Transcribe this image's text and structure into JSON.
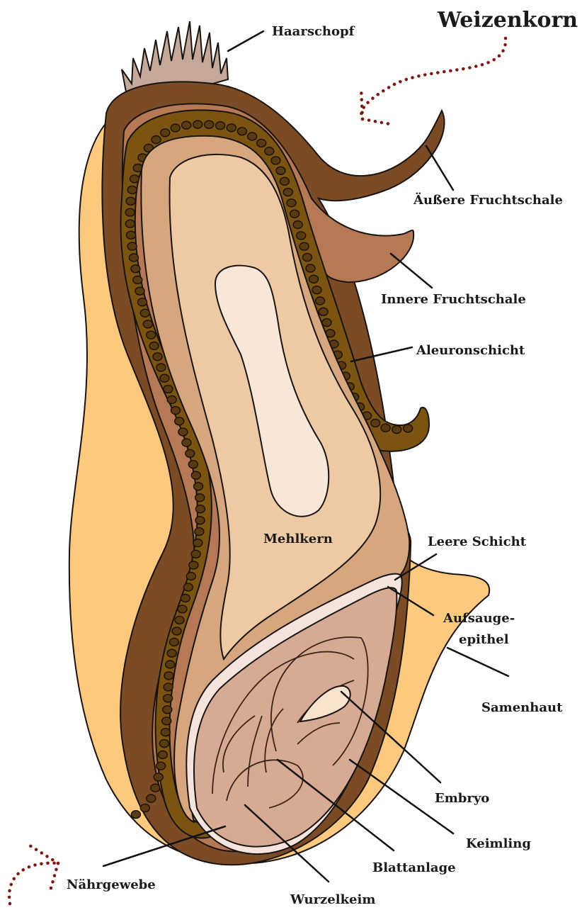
{
  "title": "Weizenkorn",
  "labels": {
    "haarschopf": "Haarschopf",
    "aeussere_fruchtschale": "Äußere Fruchtschale",
    "innere_fruchtschale": "Innere Fruchtschale",
    "aleuronschicht": "Aleuronschicht",
    "mehlkern": "Mehlkern",
    "leere_schicht": "Leere Schicht",
    "aufsaugeepithel_line1": "Aufsauge-",
    "aufsaugeepithel_line2": "epithel",
    "samenhaut": "Samenhaut",
    "embryo": "Embryo",
    "keimling": "Keimling",
    "blattanlage": "Blattanlage",
    "naehrgewebe": "Nährgewebe",
    "wurzelkeim": "Wurzelkeim"
  },
  "colors": {
    "seed_coat": "#fcc97f",
    "outer_pericarp": "#7a4b24",
    "inner_pericarp": "#b57a55",
    "aleurone": "#7a5410",
    "aleurone_cell": "#5a3a10",
    "endosperm_outer": "#d6a77e",
    "endosperm_mid": "#edc9a4",
    "endosperm_core": "#f8e6d8",
    "germ": "#d7ab93",
    "scutellum": "#f4e4dc",
    "hairs": "#c5a89a",
    "arrow_dots": "#7a1a12"
  }
}
